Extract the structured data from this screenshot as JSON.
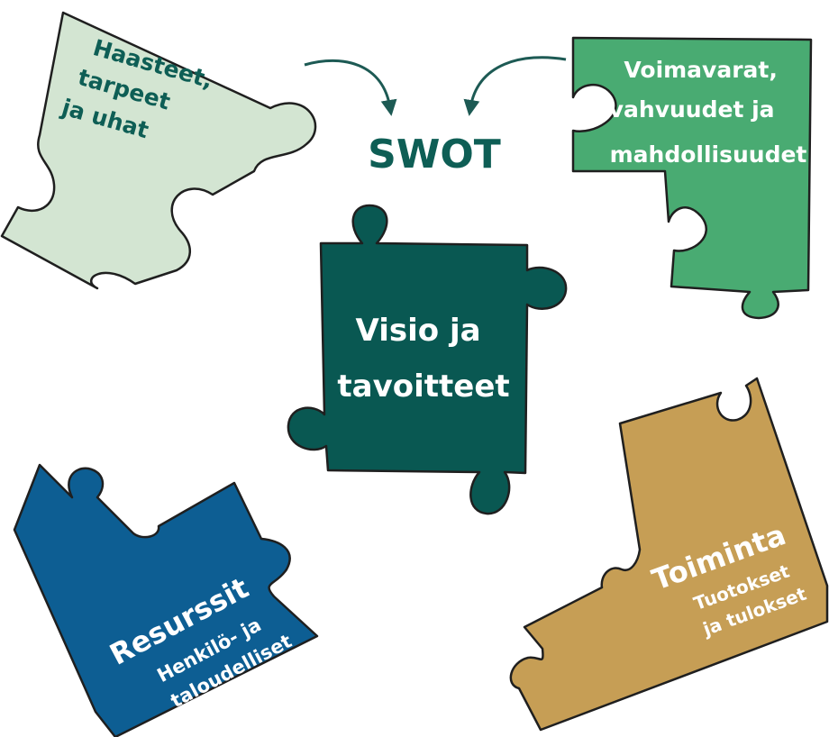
{
  "center_label": "SWOT",
  "pieces": {
    "threats": {
      "lines": [
        "Haasteet,",
        "tarpeet",
        "ja uhat"
      ],
      "color": "#d3e5d2",
      "text_color": "#0e5e55"
    },
    "strengths": {
      "lines": [
        "Voimavarat,",
        "vahvuudet ja",
        "mahdollisuudet"
      ],
      "color": "#49ab72",
      "text_color": "#ffffff"
    },
    "vision": {
      "lines": [
        "Visio ja",
        "tavoitteet"
      ],
      "color": "#095852",
      "text_color": "#ffffff"
    },
    "resources": {
      "title": "Resurssit",
      "lines": [
        "Henkilö- ja",
        "taloudelliset"
      ],
      "color": "#0d5e93",
      "text_color": "#ffffff"
    },
    "activity": {
      "title": "Toiminta",
      "lines": [
        "Tuotokset",
        "ja tulokset"
      ],
      "color": "#c69e55",
      "text_color": "#ffffff"
    }
  },
  "colors": {
    "title": "#0e5e55",
    "arrow": "#1d5a54"
  }
}
